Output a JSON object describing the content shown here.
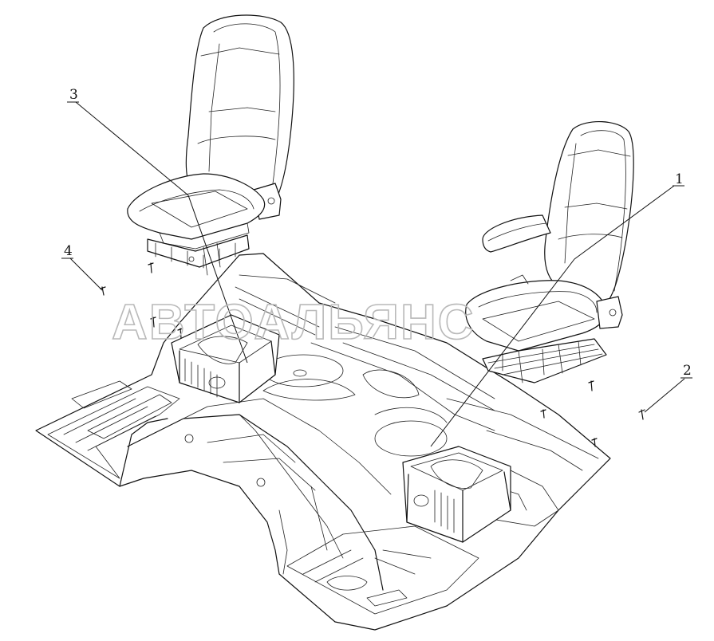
{
  "watermark": "АВТОАЛЬЯНС",
  "callouts": [
    {
      "id": "1",
      "label": "1"
    },
    {
      "id": "2",
      "label": "2"
    },
    {
      "id": "3",
      "label": "3"
    },
    {
      "id": "4",
      "label": "4"
    }
  ]
}
